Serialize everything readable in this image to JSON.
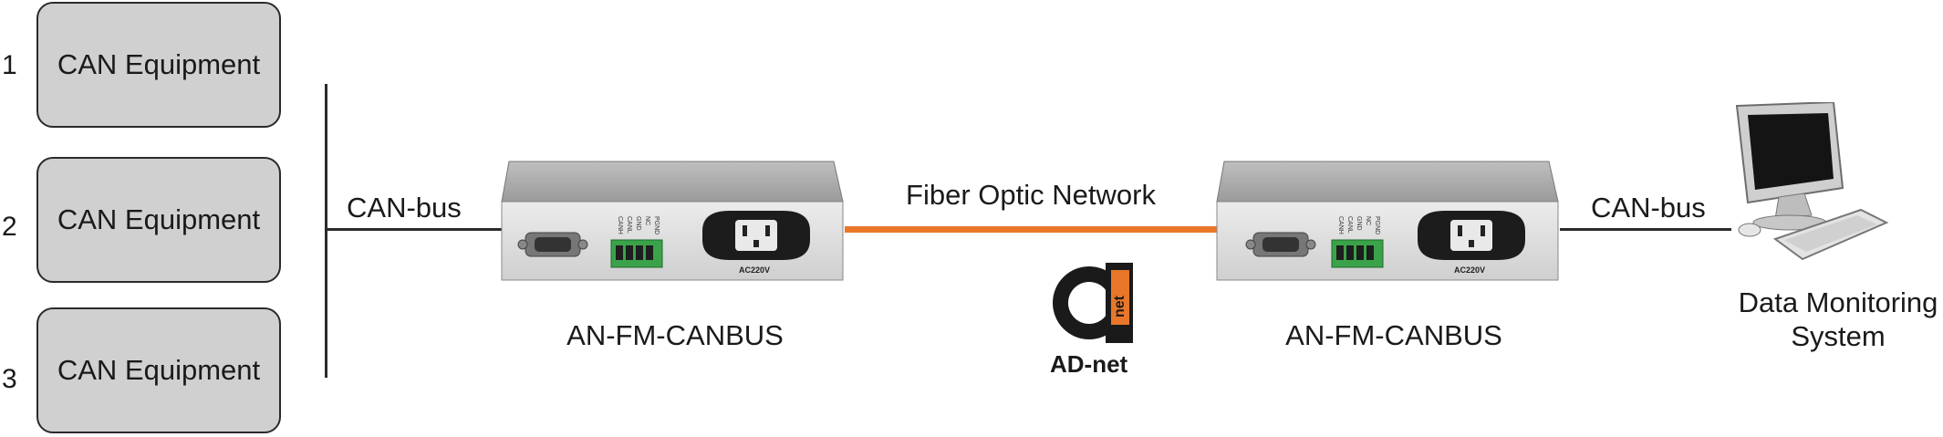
{
  "equipment": {
    "items": [
      {
        "number": "1",
        "label": "CAN Equipment"
      },
      {
        "number": "2",
        "label": "CAN Equipment"
      },
      {
        "number": "3",
        "label": "CAN Equipment"
      }
    ]
  },
  "links": {
    "left_bus": "CAN-bus",
    "right_bus": "CAN-bus",
    "fiber": "Fiber Optic Network"
  },
  "devices": {
    "left": {
      "model": "AN-FM-CANBUS",
      "power_label": "AC220V",
      "terminal_labels": [
        "CANH",
        "CANL",
        "GND",
        "NC",
        "PGND"
      ]
    },
    "right": {
      "model": "AN-FM-CANBUS",
      "power_label": "AC220V",
      "terminal_labels": [
        "CANH",
        "CANL",
        "GND",
        "NC",
        "PGND"
      ]
    }
  },
  "logo": {
    "brand": "AD-net",
    "mark": "net"
  },
  "monitor": {
    "line1": "Data Monitoring",
    "line2": "System"
  },
  "colors": {
    "fiber": "#e8772a",
    "logo_orange": "#e8772a",
    "device_body": "#d9d9d9"
  }
}
